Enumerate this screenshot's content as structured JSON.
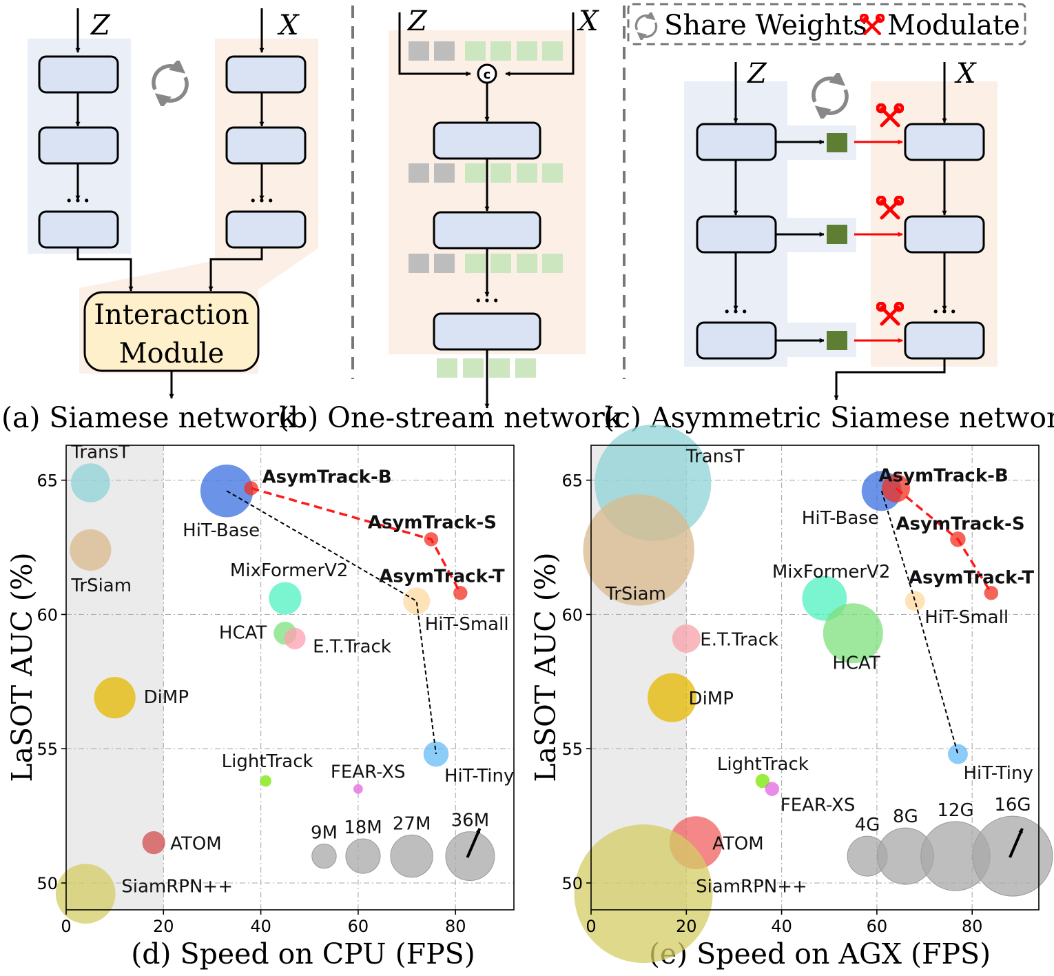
{
  "top": {
    "a": {
      "input_left": "Z",
      "input_right": "X",
      "module_line1": "Interaction",
      "module_line2": "Module",
      "caption": "(a) Siamese network",
      "ellipsis": "···"
    },
    "b": {
      "input_left": "Z",
      "input_right": "X",
      "concat_symbol": "c",
      "caption": "(b) One-stream network",
      "ellipsis": "···"
    },
    "c": {
      "input_left": "Z",
      "input_right": "X",
      "caption": "(c) Asymmetric Siamese network",
      "legend_share": "Share Weights",
      "legend_modulate": "Modulate",
      "ellipsis": "···"
    }
  },
  "colors": {
    "blue_bg": "#e9eef7",
    "orange_bg": "#fcefe6",
    "block_fill": "#d9e3f3",
    "module_fill": "#fff0cc",
    "gray_token": "#bdbdbd",
    "green_token": "#cce6c0",
    "dark_green": "#5e7f33",
    "red": "#ff0000",
    "shade": "#ebebeb"
  },
  "chart_data": [
    {
      "type": "scatter",
      "xlabel": "(d) Speed on CPU (FPS)",
      "ylabel": "LaSOT AUC (%)",
      "xlim": [
        0,
        92
      ],
      "ylim": [
        49,
        66.3
      ],
      "xticks": [
        0,
        20,
        40,
        60,
        80
      ],
      "yticks": [
        50,
        55,
        60,
        65
      ],
      "grid": true,
      "shaded_x_range": [
        0,
        20
      ],
      "points": [
        {
          "name": "TransT",
          "x": 5,
          "y": 64.9,
          "params_M": 23,
          "color": "#8dd3d6"
        },
        {
          "name": "TrSiam",
          "x": 5,
          "y": 62.4,
          "params_M": 26,
          "color": "#d9b98c"
        },
        {
          "name": "DiMP",
          "x": 10,
          "y": 56.9,
          "params_M": 26,
          "color": "#e6b800"
        },
        {
          "name": "ATOM",
          "x": 18,
          "y": 51.5,
          "params_M": 8,
          "color": "#d24d4d"
        },
        {
          "name": "SiamRPN++",
          "x": 4,
          "y": 49.6,
          "params_M": 54,
          "color": "#d4cc66"
        },
        {
          "name": "HiT-Base",
          "x": 33,
          "y": 64.6,
          "params_M": 42,
          "color": "#3a6fe0"
        },
        {
          "name": "MixFormerV2",
          "x": 45,
          "y": 60.6,
          "params_M": 16,
          "color": "#4ff0c0"
        },
        {
          "name": "HCAT",
          "x": 45,
          "y": 59.3,
          "params_M": 8,
          "color": "#7ee07e"
        },
        {
          "name": "E.T.Track",
          "x": 47,
          "y": 59.1,
          "params_M": 7,
          "color": "#ff9fb0"
        },
        {
          "name": "HiT-Small",
          "x": 72,
          "y": 60.5,
          "params_M": 11,
          "color": "#ffd9a0"
        },
        {
          "name": "HiT-Tiny",
          "x": 76,
          "y": 54.8,
          "params_M": 9.6,
          "color": "#66bbf5"
        },
        {
          "name": "LightTrack",
          "x": 41,
          "y": 53.8,
          "params_M": 1.97,
          "color": "#7ae600"
        },
        {
          "name": "FEAR-XS",
          "x": 60,
          "y": 53.5,
          "params_M": 1.37,
          "color": "#e066e0"
        },
        {
          "name": "AsymTrack-B",
          "x": 38,
          "y": 64.7,
          "params_M": 3,
          "color": "#f03020",
          "bold": true
        },
        {
          "name": "AsymTrack-S",
          "x": 75,
          "y": 62.8,
          "params_M": 3,
          "color": "#f03020",
          "bold": true
        },
        {
          "name": "AsymTrack-T",
          "x": 81,
          "y": 60.8,
          "params_M": 3,
          "color": "#f03020",
          "bold": true
        }
      ],
      "red_line": [
        "AsymTrack-B",
        "AsymTrack-S",
        "AsymTrack-T"
      ],
      "black_line": [
        [
          33,
          64.6
        ],
        [
          72,
          60.5
        ],
        [
          76,
          54.8
        ]
      ],
      "size_legend": [
        {
          "label": "9M",
          "x": 53,
          "y": 51,
          "size": 9
        },
        {
          "label": "18M",
          "x": 61,
          "y": 51,
          "size": 18
        },
        {
          "label": "27M",
          "x": 71,
          "y": 51,
          "size": 27
        },
        {
          "label": "36M",
          "x": 83,
          "y": 51,
          "size": 36
        }
      ]
    },
    {
      "type": "scatter",
      "xlabel": "(e) Speed on AGX (FPS)",
      "ylabel": "LaSOT AUC (%)",
      "xlim": [
        0,
        94
      ],
      "ylim": [
        49,
        66.3
      ],
      "xticks": [
        0,
        20,
        40,
        60,
        80
      ],
      "yticks": [
        50,
        55,
        60,
        65
      ],
      "grid": true,
      "shaded_x_range": [
        0,
        20
      ],
      "points": [
        {
          "name": "TransT",
          "x": 13,
          "y": 64.9,
          "flops_G": 34,
          "color": "#8dd3d6"
        },
        {
          "name": "TrSiam",
          "x": 10,
          "y": 62.4,
          "flops_G": 31,
          "color": "#d9b98c"
        },
        {
          "name": "DiMP",
          "x": 17,
          "y": 56.9,
          "flops_G": 6,
          "color": "#e6b800"
        },
        {
          "name": "ATOM",
          "x": 22,
          "y": 51.5,
          "flops_G": 7,
          "color": "#f06060"
        },
        {
          "name": "SiamRPN++",
          "x": 11,
          "y": 49.6,
          "flops_G": 48,
          "color": "#d4cc66"
        },
        {
          "name": "E.T.Track",
          "x": 20,
          "y": 59.1,
          "flops_G": 2,
          "color": "#f5a0a8"
        },
        {
          "name": "HiT-Base",
          "x": 61,
          "y": 64.6,
          "flops_G": 4,
          "color": "#3a6fe0"
        },
        {
          "name": "MixFormerV2",
          "x": 49,
          "y": 60.6,
          "flops_G": 5,
          "color": "#4ff0c0"
        },
        {
          "name": "HCAT",
          "x": 55,
          "y": 59.3,
          "flops_G": 9,
          "color": "#7ee07e"
        },
        {
          "name": "HiT-Small",
          "x": 68,
          "y": 60.5,
          "flops_G": 1,
          "color": "#ffd9a0"
        },
        {
          "name": "HiT-Tiny",
          "x": 77,
          "y": 54.8,
          "flops_G": 1,
          "color": "#66bbf5"
        },
        {
          "name": "LightTrack",
          "x": 36,
          "y": 53.8,
          "flops_G": 0.5,
          "color": "#7ae600"
        },
        {
          "name": "FEAR-XS",
          "x": 38,
          "y": 53.5,
          "flops_G": 0.5,
          "color": "#e066e0"
        },
        {
          "name": "AsymTrack-B",
          "x": 64,
          "y": 64.7,
          "flops_G": 2,
          "color": "#f03020",
          "bold": true
        },
        {
          "name": "AsymTrack-S",
          "x": 77,
          "y": 62.8,
          "flops_G": 0.6,
          "color": "#f03020",
          "bold": true
        },
        {
          "name": "AsymTrack-T",
          "x": 84,
          "y": 60.8,
          "flops_G": 0.5,
          "color": "#f03020",
          "bold": true
        }
      ],
      "red_line": [
        "AsymTrack-B",
        "AsymTrack-S",
        "AsymTrack-T"
      ],
      "black_line": [
        [
          61,
          64.6
        ],
        [
          68,
          60.5
        ],
        [
          77,
          54.8
        ]
      ],
      "size_legend": [
        {
          "label": "4G",
          "x": 58,
          "y": 51,
          "size": 4
        },
        {
          "label": "8G",
          "x": 66,
          "y": 51,
          "size": 8
        },
        {
          "label": "12G",
          "x": 76.5,
          "y": 51,
          "size": 12
        },
        {
          "label": "16G",
          "x": 88.5,
          "y": 51,
          "size": 16
        }
      ]
    }
  ]
}
